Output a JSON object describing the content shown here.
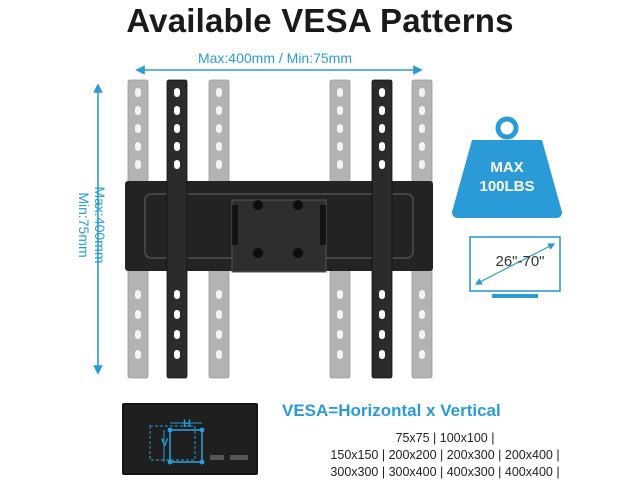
{
  "title": "Available VESA Patterns",
  "horizontal_range": "Max:400mm / Min:75mm",
  "vertical_range": {
    "max": "Max:400mm",
    "min": "Min:75mm"
  },
  "weight_badge": {
    "line1": "MAX",
    "line2": "100LBS"
  },
  "screen_size": "26\"-70\"",
  "tv_labels": {
    "h": "H",
    "v": "V"
  },
  "vesa_formula": "VESA=Horizontal x Vertical",
  "patterns": [
    "75x75 | 100x100 |",
    "150x150 | 200x200 | 200x300 | 200x400 |",
    "300x300 | 300x400 | 400x300 | 400x400 |"
  ],
  "colors": {
    "accent": "#2a9bd6",
    "arm_dark": "#2b2b2b",
    "arm_light": "#a9a9a9",
    "plate": "#1e1e1e"
  },
  "icons": [
    "weight-icon",
    "tv-size-icon",
    "tv-diagram-icon"
  ]
}
